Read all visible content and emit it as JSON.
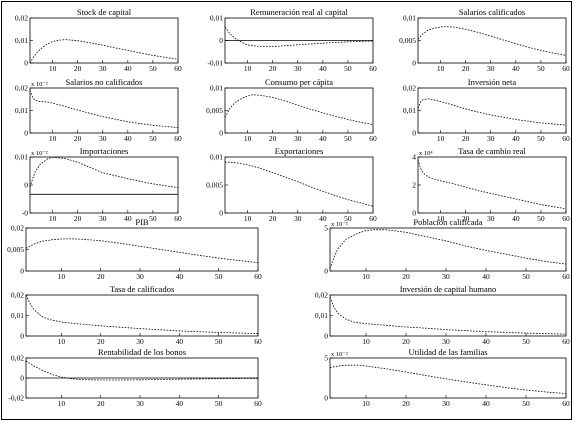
{
  "chart_data": [
    {
      "type": "line",
      "title": "Stock de capital",
      "y_ticks": [
        "0",
        "0,01",
        "0,02"
      ],
      "x_ticks": [
        "10",
        "20",
        "30",
        "40",
        "50",
        "60"
      ],
      "ylim": [
        0,
        0.02
      ],
      "xlim": [
        1,
        60
      ],
      "x": [
        1,
        2,
        4,
        6,
        8,
        10,
        12,
        15,
        20,
        25,
        30,
        35,
        40,
        45,
        50,
        55,
        60
      ],
      "y": [
        0,
        0.002,
        0.005,
        0.007,
        0.0085,
        0.0095,
        0.0101,
        0.0104,
        0.0099,
        0.009,
        0.0079,
        0.0067,
        0.0056,
        0.0045,
        0.0034,
        0.0025,
        0.0016
      ]
    },
    {
      "type": "line",
      "title": "Remuneración real al capital",
      "y_ticks": [
        "-0,01",
        "0",
        "0,01"
      ],
      "x_ticks": [
        "10",
        "20",
        "30",
        "40",
        "50",
        "60"
      ],
      "ylim": [
        -0.01,
        0.01
      ],
      "xlim": [
        1,
        60
      ],
      "zero_line": true,
      "x": [
        1,
        3,
        5,
        8,
        10,
        15,
        20,
        25,
        30,
        40,
        50,
        60
      ],
      "y": [
        0.006,
        0.003,
        0.001,
        -0.001,
        -0.002,
        -0.0027,
        -0.0027,
        -0.0023,
        -0.0019,
        -0.0012,
        -0.0006,
        -0.0002
      ]
    },
    {
      "type": "line",
      "title": "Salarios calificados",
      "y_ticks": [
        "0",
        "0,005",
        "0,01"
      ],
      "x_ticks": [
        "10",
        "20",
        "30",
        "40",
        "50",
        "60"
      ],
      "ylim": [
        0,
        0.01
      ],
      "xlim": [
        1,
        60
      ],
      "x": [
        1,
        3,
        5,
        8,
        10,
        12,
        15,
        20,
        25,
        30,
        35,
        40,
        45,
        50,
        55,
        60
      ],
      "y": [
        0.0053,
        0.0065,
        0.0073,
        0.0078,
        0.008,
        0.0081,
        0.008,
        0.0075,
        0.0068,
        0.006,
        0.0051,
        0.0043,
        0.0035,
        0.0028,
        0.0022,
        0.0017
      ]
    },
    {
      "type": "line",
      "title": "Salarios no calificados",
      "exponent": "x 10⁻²",
      "y_ticks": [
        "0",
        "0,01",
        "0,02"
      ],
      "x_ticks": [
        "10",
        "20",
        "30",
        "40",
        "50",
        "60"
      ],
      "ylim": [
        0,
        0.02
      ],
      "xlim": [
        1,
        60
      ],
      "x": [
        1,
        2,
        3,
        5,
        8,
        10,
        15,
        20,
        25,
        30,
        40,
        50,
        60
      ],
      "y": [
        0.019,
        0.016,
        0.0145,
        0.014,
        0.0138,
        0.0133,
        0.0118,
        0.0102,
        0.0087,
        0.0073,
        0.005,
        0.0034,
        0.0024
      ]
    },
    {
      "type": "line",
      "title": "Consumo per cápita",
      "y_ticks": [
        "0",
        "0,005",
        "0,01"
      ],
      "x_ticks": [
        "10",
        "20",
        "30",
        "40",
        "50",
        "60"
      ],
      "ylim": [
        0,
        0.01
      ],
      "xlim": [
        1,
        60
      ],
      "x": [
        1,
        3,
        5,
        8,
        10,
        12,
        15,
        20,
        25,
        30,
        35,
        40,
        45,
        50,
        55,
        60
      ],
      "y": [
        0.0035,
        0.0055,
        0.0068,
        0.0078,
        0.0082,
        0.0085,
        0.0084,
        0.0079,
        0.0071,
        0.0062,
        0.0053,
        0.0045,
        0.0037,
        0.003,
        0.0024,
        0.0019
      ]
    },
    {
      "type": "line",
      "title": "Inversión neta",
      "y_ticks": [
        "0",
        "0,01",
        "0,02"
      ],
      "x_ticks": [
        "10",
        "20",
        "30",
        "40",
        "50",
        "60"
      ],
      "ylim": [
        0,
        0.02
      ],
      "xlim": [
        1,
        60
      ],
      "x": [
        1,
        2,
        3,
        5,
        7,
        10,
        15,
        20,
        25,
        30,
        40,
        50,
        60
      ],
      "y": [
        0.011,
        0.0138,
        0.0148,
        0.0152,
        0.0148,
        0.014,
        0.0124,
        0.0107,
        0.0093,
        0.008,
        0.006,
        0.0045,
        0.0035
      ]
    },
    {
      "type": "line",
      "title": "Importaciones",
      "exponent": "x 10⁻²",
      "y_ticks": [
        "-0",
        "0",
        "0,01"
      ],
      "x_ticks": [
        "10",
        "20",
        "30",
        "40",
        "50",
        "60"
      ],
      "ylim": [
        -0.005,
        0.01
      ],
      "xlim": [
        1,
        60
      ],
      "zero_line": true,
      "x": [
        1,
        3,
        5,
        8,
        10,
        15,
        20,
        25,
        30,
        40,
        50,
        60
      ],
      "y": [
        0.002,
        0.006,
        0.008,
        0.0095,
        0.0099,
        0.0096,
        0.0086,
        0.0072,
        0.0058,
        0.0042,
        0.0028,
        0.0018
      ]
    },
    {
      "type": "line",
      "title": "Exportaciones",
      "y_ticks": [
        "0",
        "0,005",
        "0,01"
      ],
      "x_ticks": [
        "10",
        "20",
        "30",
        "40",
        "50",
        "60"
      ],
      "ylim": [
        0,
        0.01
      ],
      "xlim": [
        1,
        60
      ],
      "x": [
        1,
        5,
        10,
        15,
        20,
        25,
        30,
        35,
        40,
        45,
        50,
        55,
        60
      ],
      "y": [
        0.0091,
        0.009,
        0.0086,
        0.008,
        0.0072,
        0.0064,
        0.0056,
        0.0047,
        0.0039,
        0.0031,
        0.0024,
        0.0018,
        0.0012
      ]
    },
    {
      "type": "line",
      "title": "Tasa de cambio real",
      "exponent": "x 10⁴",
      "y_ticks": [
        "0",
        "2",
        "4"
      ],
      "x_ticks": [
        "10",
        "20",
        "30",
        "40",
        "50",
        "60"
      ],
      "ylim": [
        0,
        4
      ],
      "xlim": [
        1,
        60
      ],
      "x": [
        1,
        2,
        3,
        4,
        6,
        8,
        10,
        15,
        20,
        25,
        30,
        35,
        40,
        45,
        50,
        55,
        60
      ],
      "y": [
        3.8,
        3.2,
        2.9,
        2.7,
        2.5,
        2.4,
        2.3,
        2.1,
        1.85,
        1.6,
        1.4,
        1.2,
        1,
        0.8,
        0.6,
        0.45,
        0.3
      ]
    },
    {
      "type": "line",
      "title": "PIB",
      "y_ticks": [
        "0",
        "0,005",
        "0,02"
      ],
      "x_ticks": [
        "10",
        "20",
        "30",
        "40",
        "50",
        "60"
      ],
      "ylim": [
        0,
        0.02
      ],
      "xlim": [
        1,
        60
      ],
      "x": [
        1,
        3,
        5,
        8,
        10,
        12,
        15,
        20,
        25,
        30,
        35,
        40,
        45,
        50,
        55,
        60
      ],
      "y": [
        0.0105,
        0.0125,
        0.0138,
        0.0146,
        0.0149,
        0.015,
        0.0148,
        0.0141,
        0.0129,
        0.0115,
        0.0101,
        0.0087,
        0.0073,
        0.006,
        0.0049,
        0.0039
      ]
    },
    {
      "type": "line",
      "title": "Población calificada",
      "exponent": "x 10⁻²",
      "y_ticks": [
        "0",
        "5"
      ],
      "x_ticks": [
        "10",
        "20",
        "30",
        "40",
        "50",
        "60"
      ],
      "ylim": [
        0,
        5
      ],
      "xlim": [
        1,
        60
      ],
      "x": [
        1,
        2,
        3,
        5,
        8,
        10,
        12,
        15,
        20,
        25,
        30,
        35,
        40,
        45,
        50,
        55,
        60
      ],
      "y": [
        0.3,
        1.6,
        2.6,
        3.7,
        4.4,
        4.7,
        4.8,
        4.8,
        4.5,
        4.0,
        3.5,
        2.9,
        2.4,
        1.95,
        1.5,
        1.1,
        0.8
      ]
    },
    {
      "type": "line",
      "title": "Tasa de calificados",
      "y_ticks": [
        "0",
        "0,01",
        "0,02"
      ],
      "x_ticks": [
        "10",
        "20",
        "30",
        "40",
        "50",
        "60"
      ],
      "ylim": [
        0,
        0.02
      ],
      "xlim": [
        1,
        60
      ],
      "x": [
        1,
        2,
        3,
        5,
        7,
        10,
        15,
        20,
        25,
        30,
        40,
        50,
        60
      ],
      "y": [
        0.02,
        0.016,
        0.013,
        0.0095,
        0.008,
        0.0068,
        0.0058,
        0.005,
        0.0043,
        0.0036,
        0.0025,
        0.0017,
        0.0012
      ]
    },
    {
      "type": "line",
      "title": "Inversión de capital humano",
      "y_ticks": [
        "0",
        "0,01",
        "0,02"
      ],
      "x_ticks": [
        "10",
        "20",
        "30",
        "40",
        "50",
        "60"
      ],
      "ylim": [
        0,
        0.02
      ],
      "xlim": [
        1,
        60
      ],
      "x": [
        1,
        2,
        3,
        5,
        7,
        10,
        15,
        20,
        25,
        30,
        40,
        50,
        60
      ],
      "y": [
        0.019,
        0.014,
        0.011,
        0.0082,
        0.0068,
        0.006,
        0.0052,
        0.0044,
        0.0038,
        0.0031,
        0.0021,
        0.0014,
        0.0009
      ]
    },
    {
      "type": "line",
      "title": "Rentabilidad de los bonos",
      "y_ticks": [
        "-0,02",
        "0",
        "0,02"
      ],
      "x_ticks": [
        "10",
        "20",
        "30",
        "40",
        "50",
        "60"
      ],
      "ylim": [
        -0.02,
        0.02
      ],
      "xlim": [
        1,
        60
      ],
      "zero_line": true,
      "x": [
        1,
        3,
        5,
        8,
        10,
        12,
        15,
        20,
        25,
        30,
        40,
        50,
        60
      ],
      "y": [
        0.017,
        0.012,
        0.008,
        0.003,
        0.001,
        -0.0005,
        -0.0015,
        -0.002,
        -0.002,
        -0.0018,
        -0.0012,
        -0.0007,
        -0.0004
      ]
    },
    {
      "type": "line",
      "title": "Utilidad de las familias",
      "exponent": "x 10⁻²",
      "y_ticks": [
        "0",
        "5"
      ],
      "x_ticks": [
        "10",
        "20",
        "30",
        "40",
        "50",
        "60"
      ],
      "ylim": [
        0,
        5
      ],
      "xlim": [
        1,
        60
      ],
      "x": [
        1,
        3,
        5,
        8,
        10,
        15,
        20,
        25,
        30,
        35,
        40,
        45,
        50,
        55,
        60
      ],
      "y": [
        3.8,
        4.0,
        4.1,
        4.1,
        4.0,
        3.65,
        3.25,
        2.8,
        2.4,
        2.0,
        1.65,
        1.3,
        1.0,
        0.75,
        0.55
      ]
    }
  ]
}
